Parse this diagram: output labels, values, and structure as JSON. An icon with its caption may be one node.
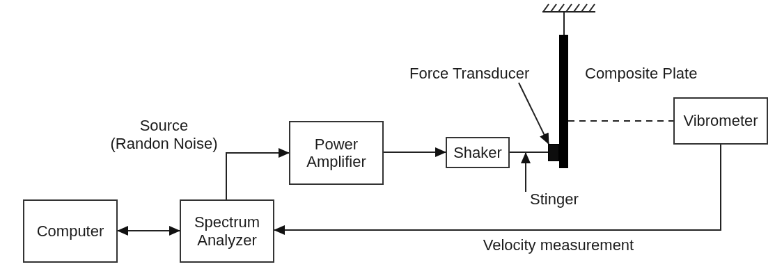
{
  "diagram": {
    "nodes": [
      {
        "text": [
          "Computer"
        ]
      },
      {
        "text": [
          "Spectrum Analyzer"
        ]
      },
      {
        "text": [
          "Power Amplifier"
        ]
      },
      {
        "text": [
          "Shaker"
        ]
      },
      {
        "text": [],
        "shape": "rod"
      },
      {
        "text": [
          "Force Transducer"
        ]
      },
      {
        "text": [],
        "shape": "box"
      },
      {
        "text": [],
        "shape": "bar",
        "beside": [
          "Composite Plate"
        ]
      },
      {
        "text": [
          "Vibrometer"
        ]
      },
      {
        "text": [
          "Stinger"
        ]
      }
    ],
    "edges": [
      {
        "from": 0,
        "to": 1,
        "arrow": "both"
      },
      {
        "from": 1,
        "to": 2,
        "arrow": "to",
        "label": "Source (Randon Noise)"
      },
      {
        "from": 2,
        "to": 3,
        "arrow": "to"
      },
      {
        "from": 5,
        "to": 6,
        "arrow": "to"
      },
      {
        "from": 9,
        "to": 4,
        "arrow": "to"
      },
      {
        "from": 7,
        "to": 8,
        "arrow": "none",
        "style": "dashed"
      },
      {
        "from": 8,
        "to": 1,
        "arrow": "to",
        "label": "Velocity measurement"
      }
    ]
  }
}
